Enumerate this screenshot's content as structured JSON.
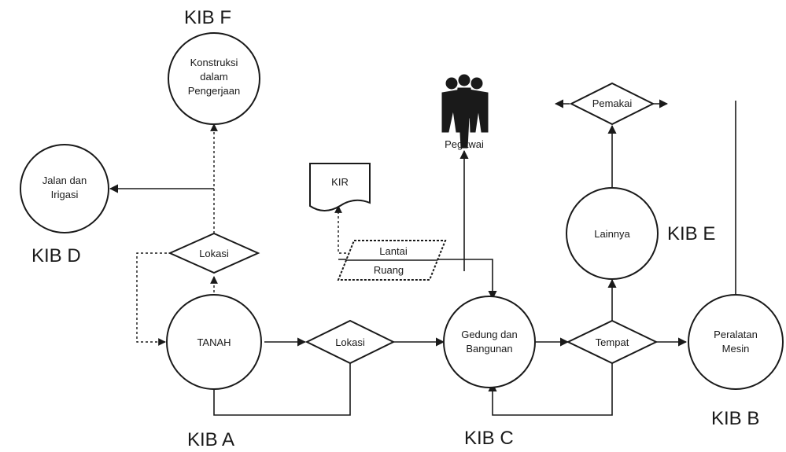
{
  "kib_labels": {
    "kib_f": "KIB F",
    "kib_d": "KIB D",
    "kib_a": "KIB A",
    "kib_c": "KIB C",
    "kib_e": "KIB E",
    "kib_b": "KIB B"
  },
  "nodes": {
    "konstruksi": [
      "Konstruksi",
      "dalam",
      "Pengerjaan"
    ],
    "jalan": [
      "Jalan dan",
      "Irigasi"
    ],
    "tanah": "TANAH",
    "gedung": [
      "Gedung dan",
      "Bangunan"
    ],
    "lainnya": "Lainnya",
    "peralatan": [
      "Peralatan",
      "Mesin"
    ]
  },
  "decisions": {
    "lokasi_top": "Lokasi",
    "lokasi_mid": "Lokasi",
    "tempat": "Tempat",
    "pemakai": "Pemakai"
  },
  "document": {
    "kir": "KIR"
  },
  "parallelogram": [
    "Lantai",
    "Ruang"
  ],
  "actor": {
    "pegawai": "Pegawai"
  }
}
